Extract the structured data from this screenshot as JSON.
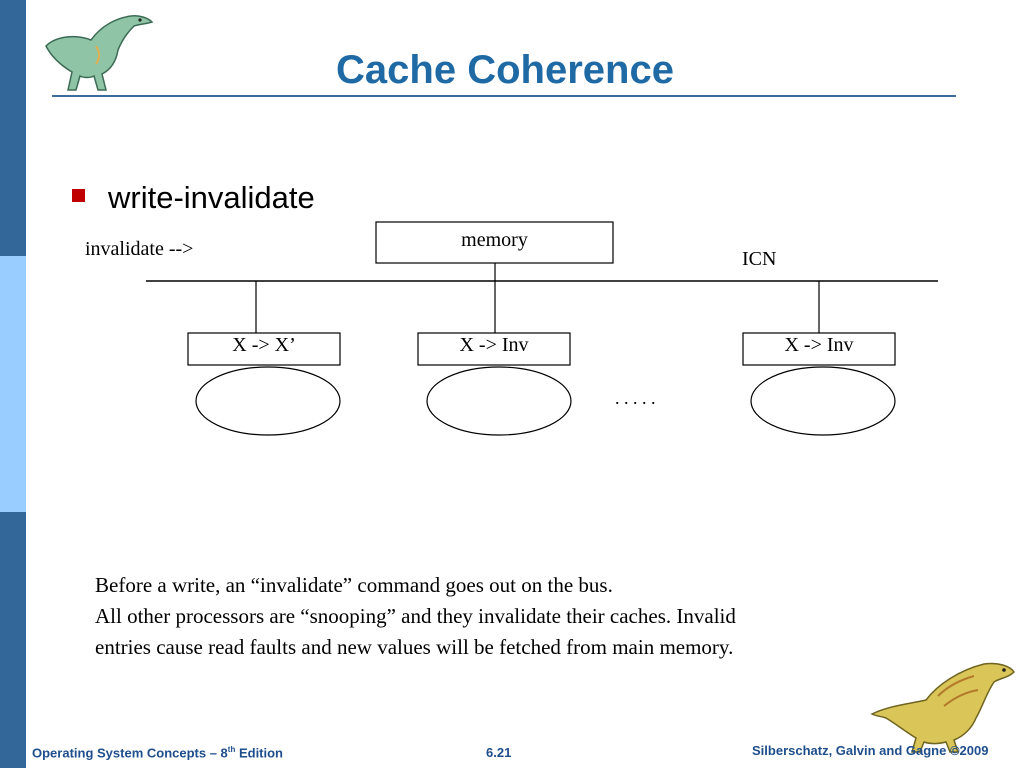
{
  "slide": {
    "title": "Cache Coherence",
    "bullet": "write-invalidate"
  },
  "diagram": {
    "invalidate_label": "invalidate -->",
    "memory_label": "memory",
    "icn_label": "ICN",
    "caches": [
      {
        "label": "X -> X’"
      },
      {
        "label": "X -> Inv"
      },
      {
        "label": "X -> Inv"
      }
    ],
    "ellipsis": ". . . . ."
  },
  "body": {
    "lines": [
      "Before a write, an “invalidate” command goes out on the bus.",
      "All other processors are “snooping” and they invalidate their caches. Invalid",
      "entries cause read faults and new values will be fetched from main memory."
    ]
  },
  "footer": {
    "book": "Operating System Concepts – 8",
    "book_sup": "th",
    "book_suffix": " Edition",
    "page": "6.21",
    "copyright": "Silberschatz, Galvin and Gagne ©2009"
  },
  "colors": {
    "title": "#1f6aa5",
    "sidebar_dark": "#336699",
    "sidebar_light": "#99ccff",
    "bullet": "#c00000",
    "footer": "#1f4e8c"
  },
  "icons": [
    "dinosaur-top-icon",
    "dinosaur-bottom-icon"
  ]
}
